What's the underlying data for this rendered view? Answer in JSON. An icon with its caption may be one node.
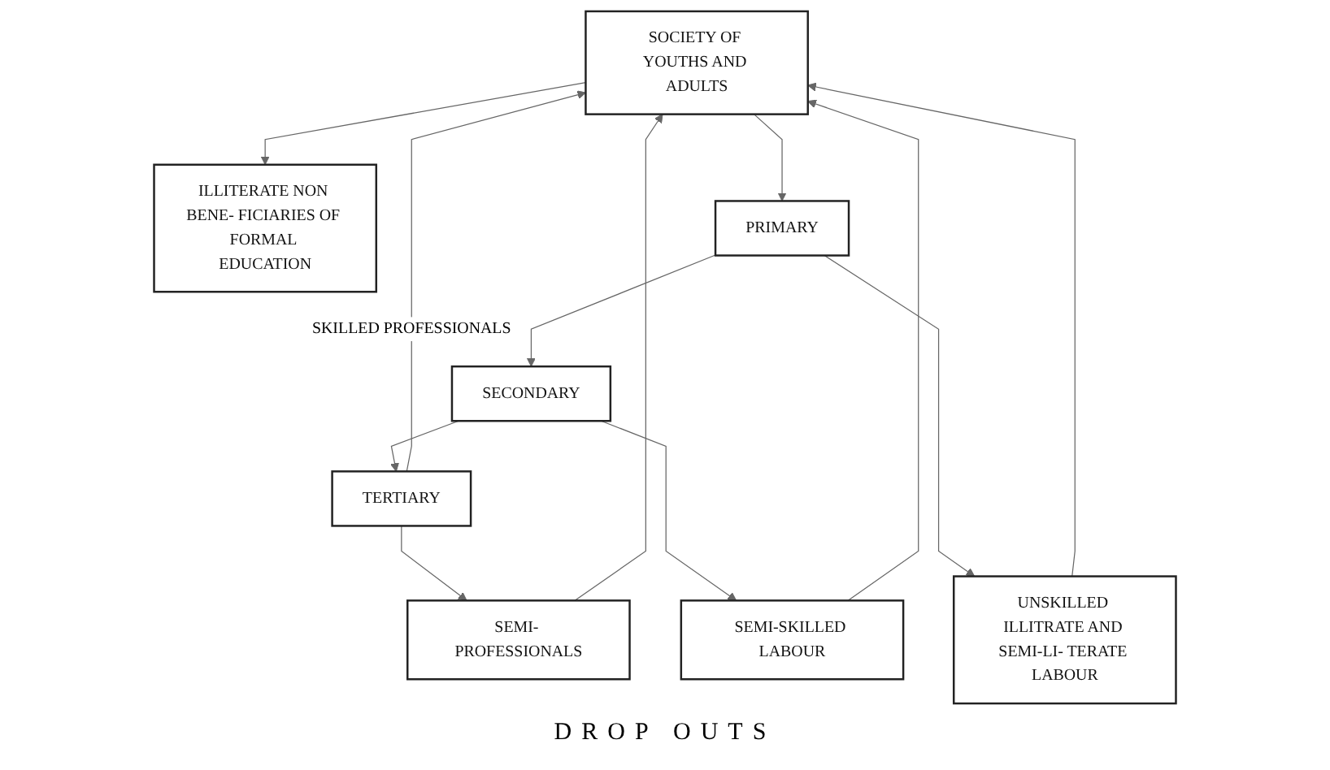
{
  "diagram": {
    "nodes": [
      {
        "text": [
          "SOCIETY OF YOUTHS AND ADULTS"
        ]
      },
      {
        "text": [
          "ILLITERATE NON BENE- FICIARIES OF FORMAL EDUCATION"
        ]
      },
      {
        "text": [
          "PRIMARY"
        ]
      },
      {
        "text": [
          "SECONDARY"
        ]
      },
      {
        "text": [
          "TERTIARY"
        ]
      },
      {
        "text": [
          "UNSKILLED ILLITRATE AND SEMI-LI- TERATE LABOUR"
        ]
      },
      {
        "text": [
          "SEMI-SKILLED LABOUR"
        ]
      },
      {
        "text": [
          "SEMI- PROFESSIONALS"
        ]
      }
    ],
    "edges": [
      {
        "from": 0,
        "to": 1,
        "arrow": "to"
      },
      {
        "from": 0,
        "to": 2,
        "arrow": "to"
      },
      {
        "from": 2,
        "to": 3,
        "arrow": "to"
      },
      {
        "from": 3,
        "to": 4,
        "arrow": "to"
      },
      {
        "from": 2,
        "to": 5,
        "arrow": "to"
      },
      {
        "from": 3,
        "to": 6,
        "arrow": "to"
      },
      {
        "from": 4,
        "to": 7,
        "arrow": "to"
      },
      {
        "from": 4,
        "to": 0,
        "arrow": "to",
        "label": "SKILLED PROFESSIONALS"
      },
      {
        "from": 7,
        "to": 0,
        "arrow": "to"
      },
      {
        "from": 6,
        "to": 0,
        "arrow": "to"
      },
      {
        "from": 5,
        "to": 0,
        "arrow": "to"
      }
    ],
    "labels": [
      "DROP OUTS"
    ]
  }
}
